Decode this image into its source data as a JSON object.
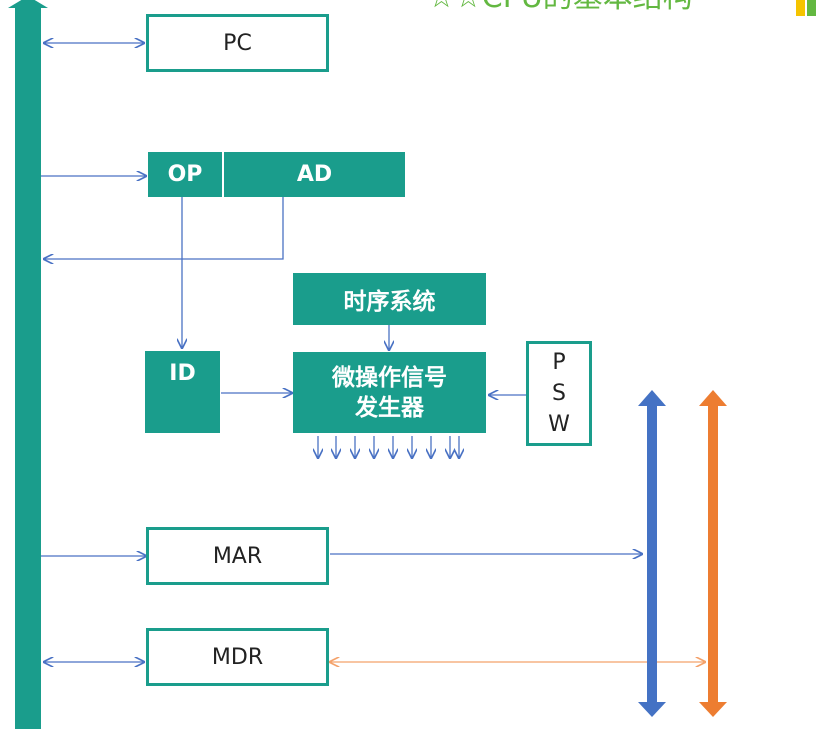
{
  "header": {
    "title": "☆☆CPU的基本结构",
    "accent_colors": [
      "#63b841",
      "#f5c400",
      "#63b841"
    ]
  },
  "colors": {
    "bus": "#1a9d8c",
    "box_fill": "#1a9d8c",
    "thin_arrow": "#4a72c4",
    "address_bus": "#4472c4",
    "data_bus": "#ed7d31",
    "data_link": "#f4a26b"
  },
  "blocks": {
    "pc": "PC",
    "op": "OP",
    "ad": "AD",
    "timing": "时序系统",
    "id": "ID",
    "micro_line1": "微操作信号",
    "micro_line2": "发生器",
    "psw": [
      "P",
      "S",
      "W"
    ],
    "mar": "MAR",
    "mdr": "MDR"
  }
}
